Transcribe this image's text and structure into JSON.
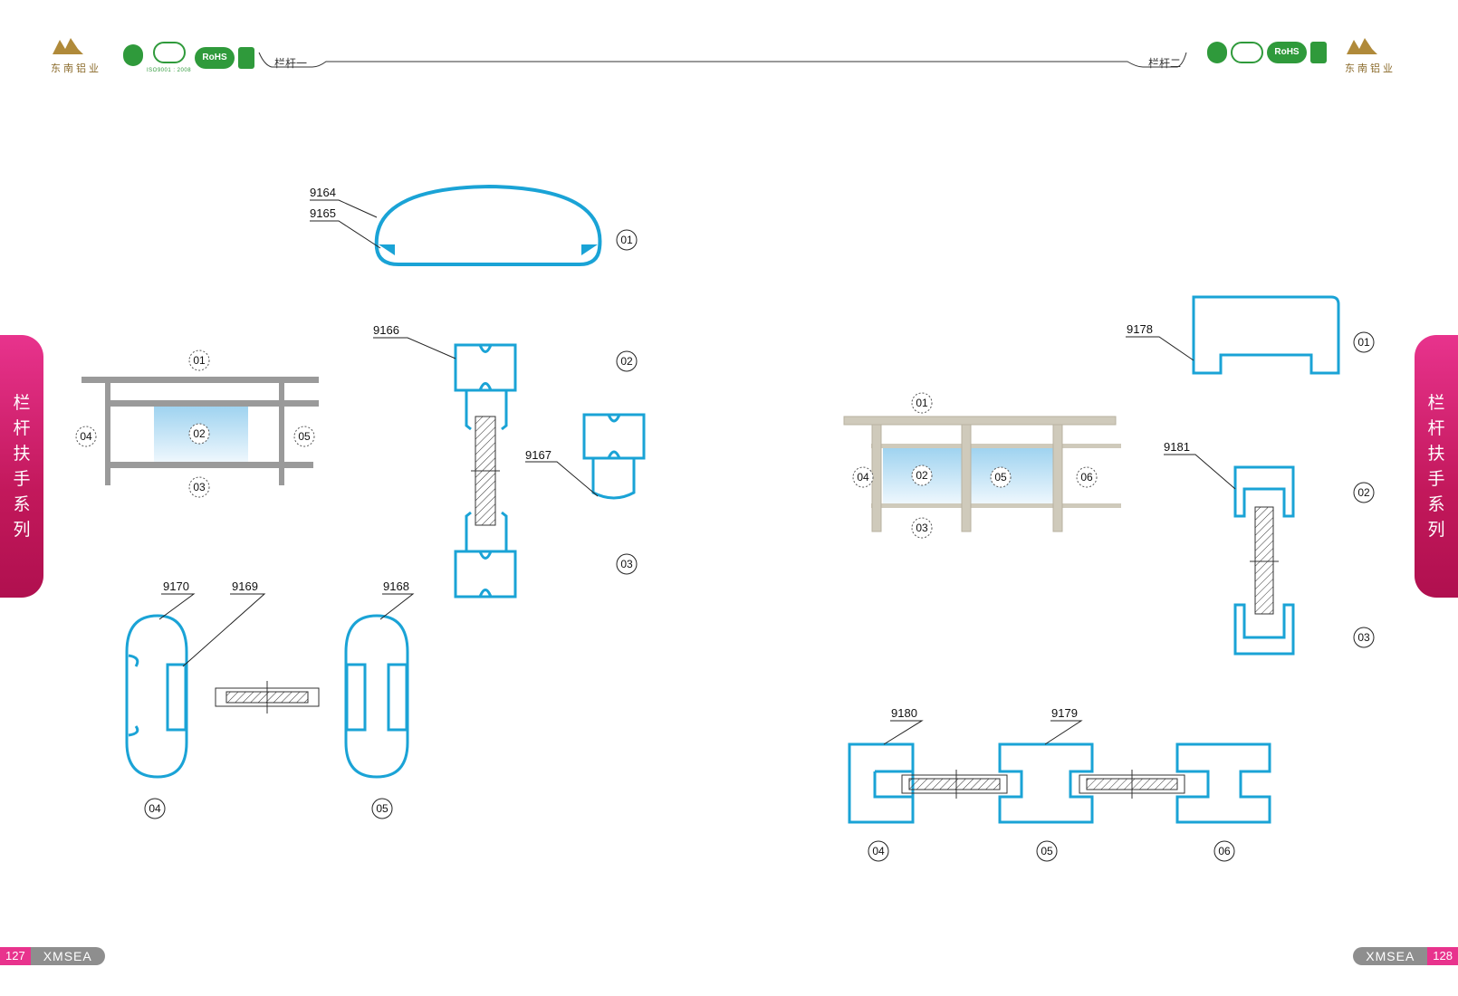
{
  "header": {
    "left": {
      "brand_cn": "东南铝业",
      "section": "栏杆一",
      "iso": "ISO9001 : 2008",
      "rohs": "RoHS"
    },
    "right": {
      "brand_cn": "东南铝业",
      "section": "栏杆二",
      "rohs": "RoHS"
    }
  },
  "side_tab": {
    "chars": [
      "栏",
      "杆",
      "扶",
      "手",
      "系",
      "列"
    ]
  },
  "footer": {
    "left": {
      "page": "127",
      "brand": "XMSEA"
    },
    "right": {
      "page": "128",
      "brand": "XMSEA"
    }
  },
  "left_page": {
    "profile_codes": [
      "9164",
      "9165",
      "9166",
      "9167",
      "9168",
      "9169",
      "9170"
    ],
    "markers": [
      "01",
      "02",
      "03",
      "04",
      "05"
    ],
    "elevation_markers": [
      "01",
      "02",
      "03",
      "04",
      "05"
    ]
  },
  "right_page": {
    "profile_codes": [
      "9178",
      "9181",
      "9180",
      "9179"
    ],
    "markers": [
      "01",
      "02",
      "03",
      "04",
      "05",
      "06"
    ],
    "elevation_markers": [
      "01",
      "02",
      "03",
      "04",
      "05",
      "06"
    ]
  },
  "colors": {
    "profile": "#1aa3d6",
    "accent": "#e8338d",
    "rail": "#9a9a9a",
    "glass": "#a9d8f2"
  }
}
